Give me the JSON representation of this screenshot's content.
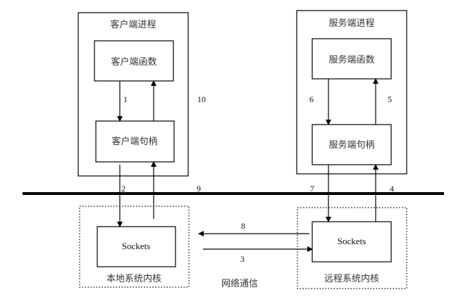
{
  "diagram": {
    "client": {
      "process_label": "客户端进程",
      "function_label": "客户端函数",
      "handle_label": "客户端句柄"
    },
    "server": {
      "process_label": "服务端进程",
      "function_label": "服务端函数",
      "handle_label": "服务端句柄"
    },
    "local_kernel": {
      "label": "本地系统内核",
      "sockets_label": "Sockets"
    },
    "remote_kernel": {
      "label": "远程系统内核",
      "sockets_label": "Sockets"
    },
    "network_label": "网络通信",
    "steps": {
      "s1": "1",
      "s2": "2",
      "s3": "3",
      "s4": "4",
      "s5": "5",
      "s6": "6",
      "s7": "7",
      "s8": "8",
      "s9": "9",
      "s10": "10"
    },
    "colors": {
      "line": "#000000",
      "text": "#333333",
      "background": "#ffffff"
    }
  }
}
